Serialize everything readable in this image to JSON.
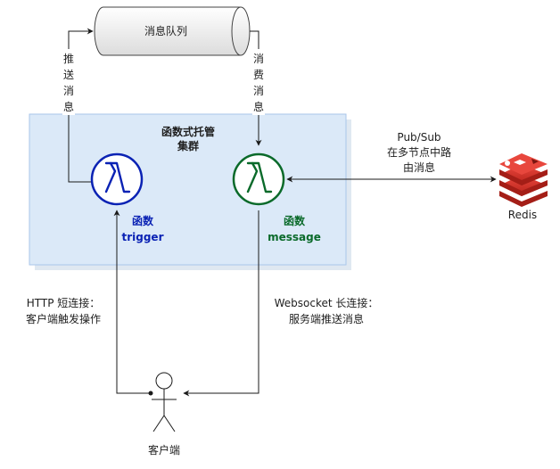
{
  "queue": {
    "label": "消息队列"
  },
  "push_label": [
    "推",
    "送",
    "消",
    "息"
  ],
  "consume_label": [
    "消",
    "费",
    "消",
    "息"
  ],
  "cluster": {
    "title_line1": "函数式托管",
    "title_line2": "集群"
  },
  "trigger_fn": {
    "line1": "函数",
    "line2": "trigger",
    "color": "#0a22b4"
  },
  "message_fn": {
    "line1": "函数",
    "line2": "message",
    "color": "#0a6a2a"
  },
  "pubsub_label": [
    "Pub/Sub",
    "在多节点中路",
    "由消息"
  ],
  "redis": {
    "label": "Redis",
    "color": "#d9312a"
  },
  "http_label": [
    "HTTP 短连接：",
    "客户端触发操作"
  ],
  "ws_label": [
    "Websocket 长连接：",
    "服务端推送消息"
  ],
  "client": {
    "label": "客户端"
  },
  "colors": {
    "cluster_fill": "#dbe9f8",
    "cluster_border": "#a9c6ea",
    "line": "#1a1a1a"
  }
}
